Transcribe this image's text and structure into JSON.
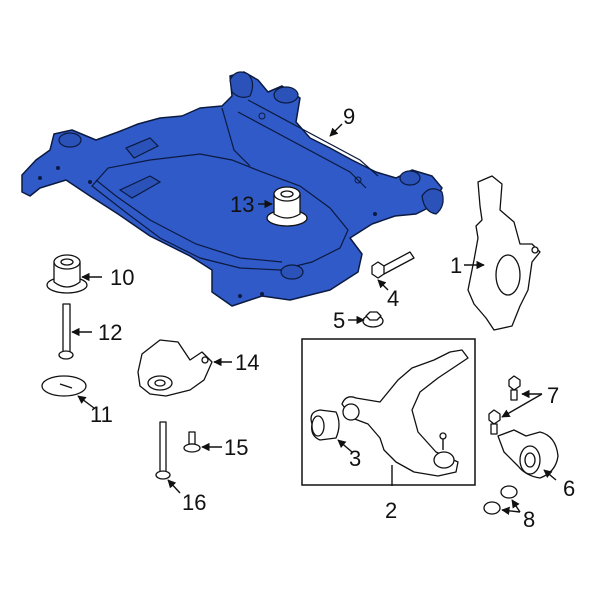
{
  "diagram": {
    "type": "exploded-parts-diagram",
    "subject": "Front suspension crossmember / subframe assembly",
    "highlight_color": "#2f5ac8",
    "callouts": [
      {
        "id": "1",
        "label": "1",
        "part": "steering-knuckle"
      },
      {
        "id": "2",
        "label": "2",
        "part": "lower-control-arm-assembly"
      },
      {
        "id": "3",
        "label": "3",
        "part": "control-arm-front-bushing"
      },
      {
        "id": "4",
        "label": "4",
        "part": "bolt"
      },
      {
        "id": "5",
        "label": "5",
        "part": "nut"
      },
      {
        "id": "6",
        "label": "6",
        "part": "control-arm-rear-bushing"
      },
      {
        "id": "7",
        "label": "7",
        "part": "bushing-bolts"
      },
      {
        "id": "8",
        "label": "8",
        "part": "plugs"
      },
      {
        "id": "9",
        "label": "9",
        "part": "crossmember-subframe"
      },
      {
        "id": "10",
        "label": "10",
        "part": "subframe-bushing"
      },
      {
        "id": "11",
        "label": "11",
        "part": "washer-plate"
      },
      {
        "id": "12",
        "label": "12",
        "part": "subframe-bolt"
      },
      {
        "id": "13",
        "label": "13",
        "part": "subframe-insulator"
      },
      {
        "id": "14",
        "label": "14",
        "part": "mount-bracket"
      },
      {
        "id": "15",
        "label": "15",
        "part": "bracket-bolt"
      },
      {
        "id": "16",
        "label": "16",
        "part": "long-bolt"
      }
    ]
  }
}
